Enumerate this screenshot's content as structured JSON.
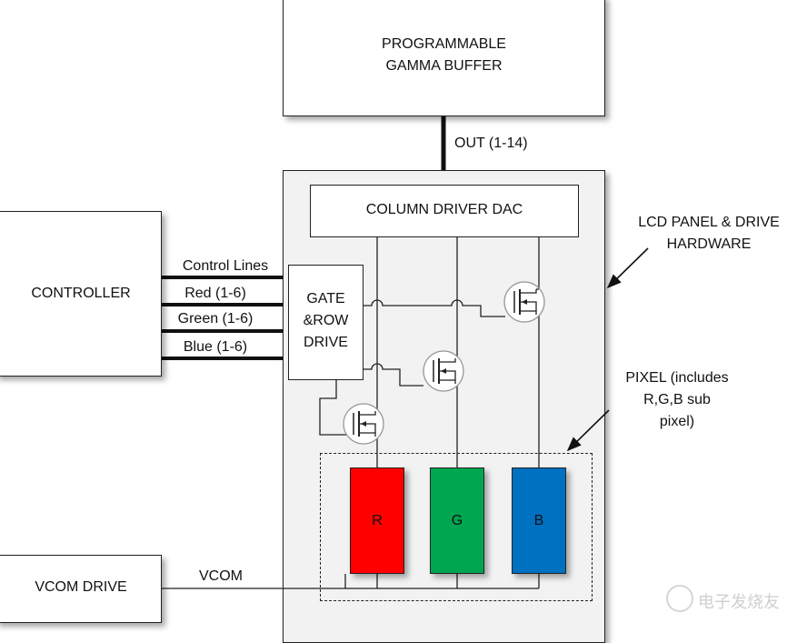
{
  "gamma_buffer": {
    "line1": "PROGRAMMABLE",
    "line2": "GAMMA BUFFER"
  },
  "out_label": "OUT (1-14)",
  "column_dac_label": "COLUMN DRIVER DAC",
  "controller_label": "CONTROLLER",
  "signals": [
    {
      "label": "Control Lines"
    },
    {
      "label": "Red (1-6)"
    },
    {
      "label": "Green (1-6)"
    },
    {
      "label": "Blue (1-6)"
    }
  ],
  "gate_drive": {
    "line1": "GATE",
    "line2": "&ROW",
    "line3": "DRIVE"
  },
  "lcd_callout": {
    "line1": "LCD PANEL & DRIVE",
    "line2": "HARDWARE"
  },
  "pixel_callout": {
    "line1": "PIXEL (includes",
    "line2": "R,G,B sub",
    "line3": "pixel)"
  },
  "subpixels": [
    {
      "label": "R",
      "color": "#ff0000"
    },
    {
      "label": "G",
      "color": "#00a650"
    },
    {
      "label": "B",
      "color": "#0070c0"
    }
  ],
  "vcom_drive_label": "VCOM DRIVE",
  "vcom_label": "VCOM",
  "watermark": "电子发烧友"
}
